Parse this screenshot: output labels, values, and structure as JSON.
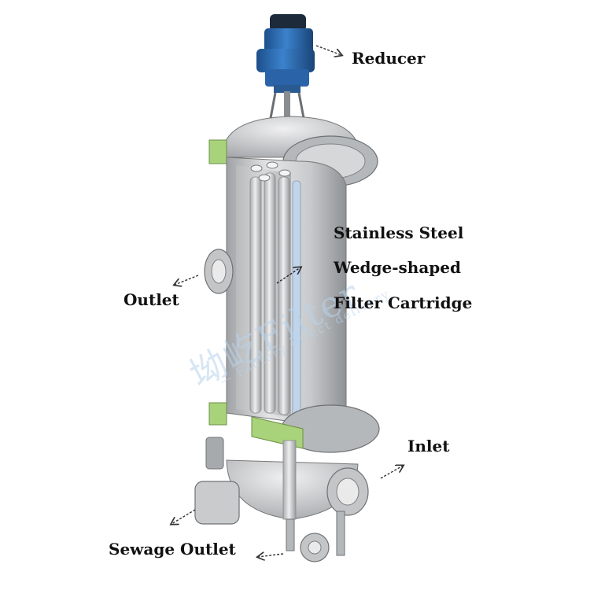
{
  "labels": {
    "reducer": "Reducer",
    "cartridge_line1": "Stainless Steel",
    "cartridge_line2": "Wedge-shaped",
    "cartridge_line3": "Filter Cartridge",
    "outlet": "Outlet",
    "inlet": "Inlet",
    "sewage_outlet": "Sewage Outlet"
  },
  "watermark": {
    "brand": "坳屹Filter",
    "tagline": "— Factory direct delivery"
  },
  "colors": {
    "motor_blue": "#2f6fb8",
    "motor_dark": "#1c2a3a",
    "vessel_gray": "#cfd1d3",
    "flange_green": "#a9d37a",
    "watermark_blue": "#b9d3ec"
  },
  "icons": [
    "reducer-motor-icon",
    "filter-vessel-icon",
    "arrow-icon"
  ]
}
